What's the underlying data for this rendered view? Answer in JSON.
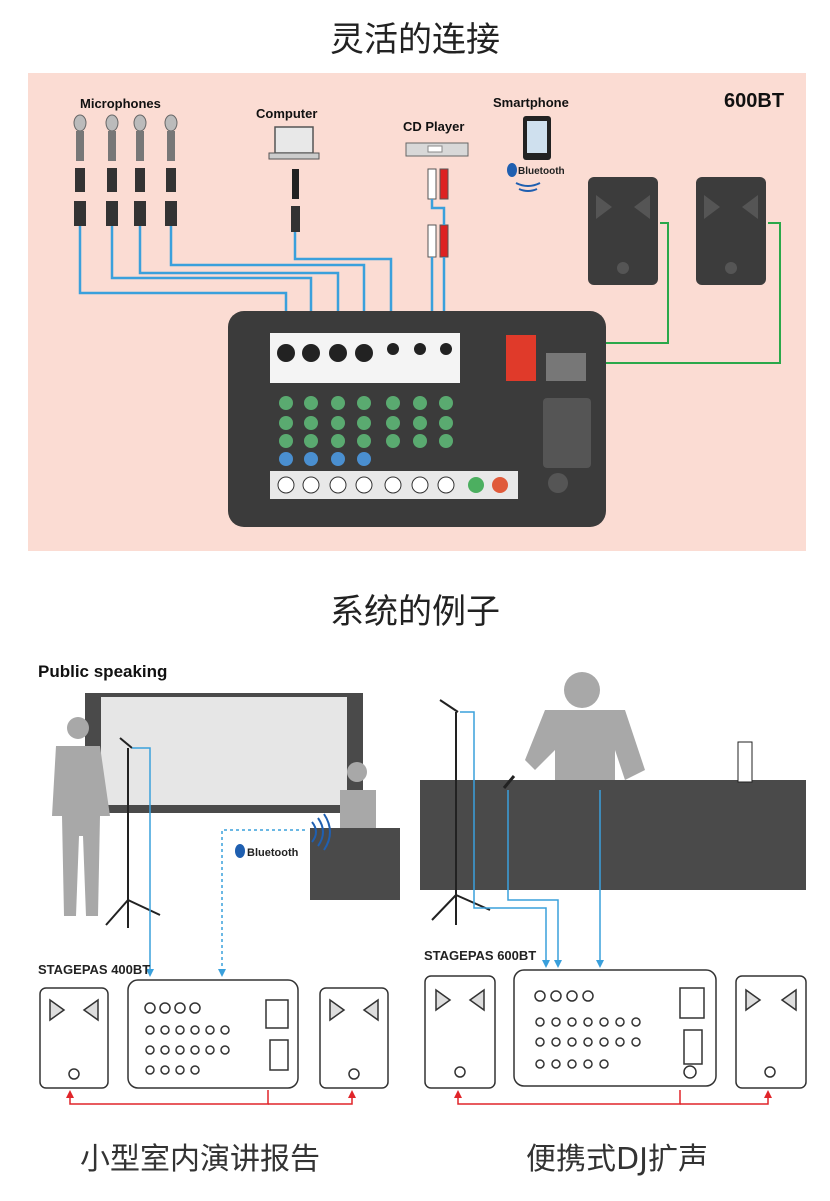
{
  "section1": {
    "title": "灵活的连接",
    "model_tag": "600BT",
    "labels": {
      "microphones": "Microphones",
      "computer": "Computer",
      "cd_player": "CD Player",
      "smartphone": "Smartphone",
      "bluetooth": "Bluetooth"
    }
  },
  "section2": {
    "title": "系统的例子",
    "left": {
      "heading": "Public speaking",
      "model": "STAGEPAS 400BT",
      "bluetooth": "Bluetooth",
      "caption": "小型室内演讲报告"
    },
    "right": {
      "model": "STAGEPAS 600BT",
      "caption": "便携式DJ扩声"
    }
  },
  "colors": {
    "panel_bg": "#fbdcd3",
    "cable_blue": "#3aa0dc",
    "cable_green": "#2aa84a",
    "cable_red": "#e0252a",
    "mixer_body": "#3b3b3b",
    "silhouette": "#a8a8a8"
  }
}
